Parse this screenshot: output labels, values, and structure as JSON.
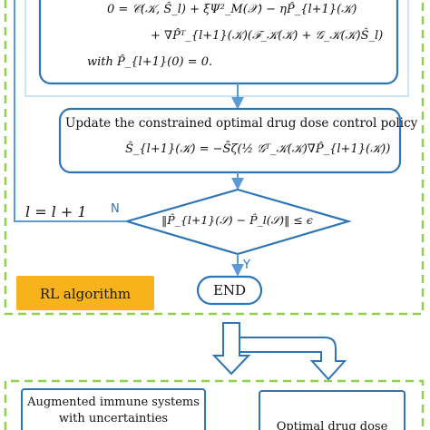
{
  "equation_box": {
    "line1": "0 = 𝒞(𝒦, Ŝ_l) + ξΨ²_M(𝒳) − ηP̂_{l+1}(𝒦)",
    "line2": "+ ∇P̂ᵀ_{l+1}(𝒦)(ℱ_𝒦(𝒦) + 𝒢_𝒦(𝒦)Ŝ_l)",
    "line3": "with  P̂_{l+1}(0) = 0."
  },
  "update_box": {
    "title": "Update the constrained optimal drug dose control policy",
    "formula": "Ŝ_{l+1}(𝒦) = −S̄ζ(½ 𝒢ᵀ_𝒦(𝒦)∇P̂_{l+1}(𝒦))"
  },
  "decision": {
    "condition": "‖P̂_{l+1}(𝒮) − P̂_l(𝒮)‖ ≤ ϵ",
    "no_label": "N",
    "yes_label": "Y"
  },
  "loop_label": "l = l + 1",
  "algorithm_label": "RL algorithm",
  "end_label": "END",
  "bottom_boxes": {
    "left_line1": "Augmented immune systems",
    "left_line2": "with uncertainties",
    "right_partial": "Optimal drug dose"
  },
  "colors": {
    "box_border": "#2e75b6",
    "arrow": "#5b9bd5",
    "dashed_border": "#8fd14f",
    "label_fill": "#f7b21c"
  }
}
